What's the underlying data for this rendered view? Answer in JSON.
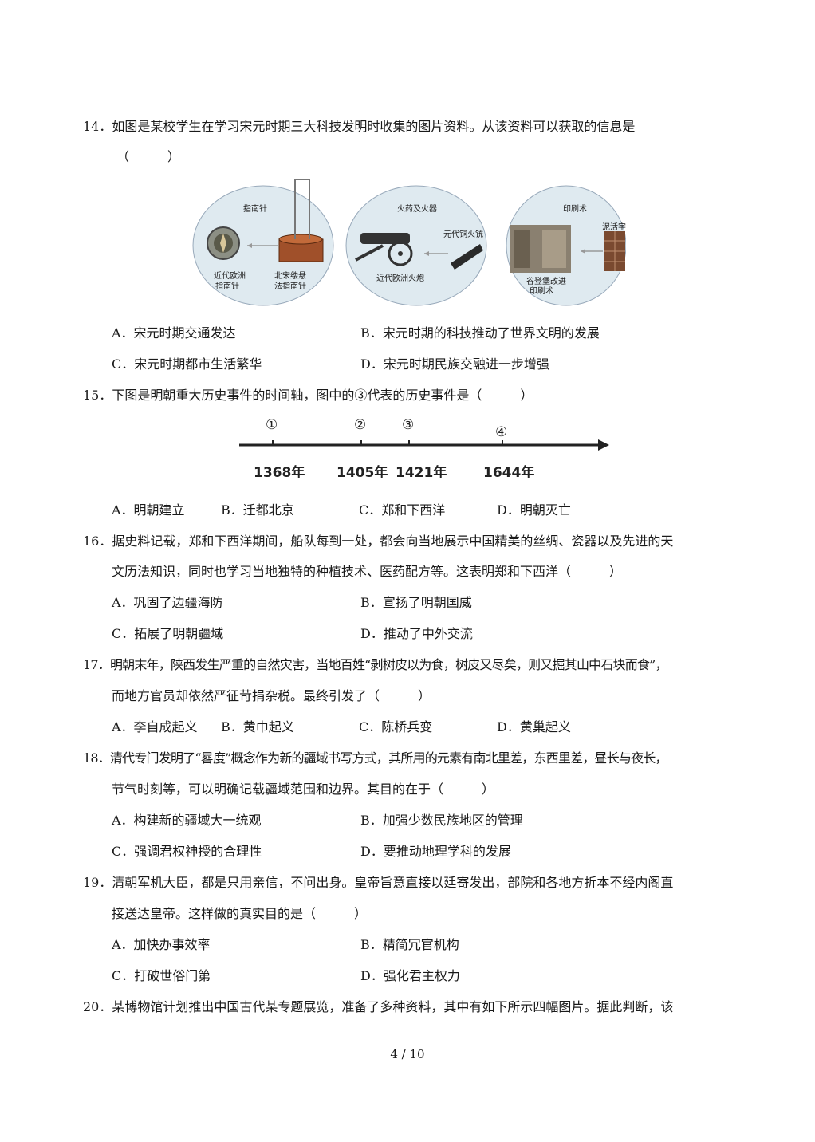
{
  "q14": {
    "stem": "14．如图是某校学生在学习宋元时期三大科技发明时收集的图片资料。从该资料可以获取的信息是",
    "paren": "（　　　）",
    "figure": {
      "compass_title": "指南针",
      "compass_left_label_1": "近代欧洲",
      "compass_left_label_2": "指南针",
      "compass_right_label_1": "北宋缕悬",
      "compass_right_label_2": "法指南针",
      "gunpowder_title": "火药及火器",
      "gunpowder_top_label": "元代铜火铳",
      "gunpowder_bottom_label": "近代欧洲火炮",
      "printing_title": "印刷术",
      "printing_right_label": "泥活字",
      "printing_bottom_label_1": "谷登堡改进",
      "printing_bottom_label_2": "印刷术"
    },
    "options": {
      "A": "A．宋元时期交通发达",
      "B": "B．宋元时期的科技推动了世界文明的发展",
      "C": "C．宋元时期都市生活繁华",
      "D": "D．宋元时期民族交融进一步增强"
    }
  },
  "q15": {
    "stem": "15．下图是明朝重大历史事件的时间轴，图中的③代表的历史事件是（　　　）",
    "timeline": {
      "marks": [
        {
          "num": "①",
          "year": "1368年"
        },
        {
          "num": "②",
          "year": "1405年"
        },
        {
          "num": "③",
          "year": "1421年"
        },
        {
          "num": "④",
          "year": "1644年"
        }
      ]
    },
    "options": {
      "A": "A．明朝建立",
      "B": "B．迁都北京",
      "C": "C．郑和下西洋",
      "D": "D．明朝灭亡"
    }
  },
  "q16": {
    "line1": "16．据史料记载，郑和下西洋期间，船队每到一处，都会向当地展示中国精美的丝绸、瓷器以及先进的天",
    "line2": "文历法知识，同时也学习当地独特的种植技术、医药配方等。这表明郑和下西洋（　　　）",
    "options": {
      "A": "A．巩固了边疆海防",
      "B": "B．宣扬了明朝国威",
      "C": "C．拓展了明朝疆域",
      "D": "D．推动了中外交流"
    }
  },
  "q17": {
    "line1": "17．明朝末年，陕西发生严重的自然灾害，当地百姓“剥树皮以为食，树皮又尽矣，则又掘其山中石块而食”，",
    "line2": "而地方官员却依然严征苛捐杂税。最终引发了（　　　）",
    "options": {
      "A": "A．李自成起义",
      "B": "B．黄巾起义",
      "C": "C．陈桥兵变",
      "D": "D．黄巢起义"
    }
  },
  "q18": {
    "line1": "18．清代专门发明了“晷度”概念作为新的疆域书写方式，其所用的元素有南北里差，东西里差，昼长与夜长，",
    "line2": "节气时刻等，可以明确记载疆域范围和边界。其目的在于（　　　）",
    "options": {
      "A": "A．构建新的疆域大一统观",
      "B": "B．加强少数民族地区的管理",
      "C": "C．强调君权神授的合理性",
      "D": "D．要推动地理学科的发展"
    }
  },
  "q19": {
    "line1": "19．清朝军机大臣，都是只用亲信，不问出身。皇帝旨意直接以廷寄发出，部院和各地方折本不经内阁直",
    "line2": "接送达皇帝。这样做的真实目的是（　　　）",
    "options": {
      "A": "A．加快办事效率",
      "B": "B．精简冗官机构",
      "C": "C．打破世俗门第",
      "D": "D．强化君主权力"
    }
  },
  "q20": {
    "line1": "20．某博物馆计划推出中国古代某专题展览，准备了多种资料，其中有如下所示四幅图片。据此判断，该"
  },
  "footer": {
    "page": "4 / 10"
  }
}
